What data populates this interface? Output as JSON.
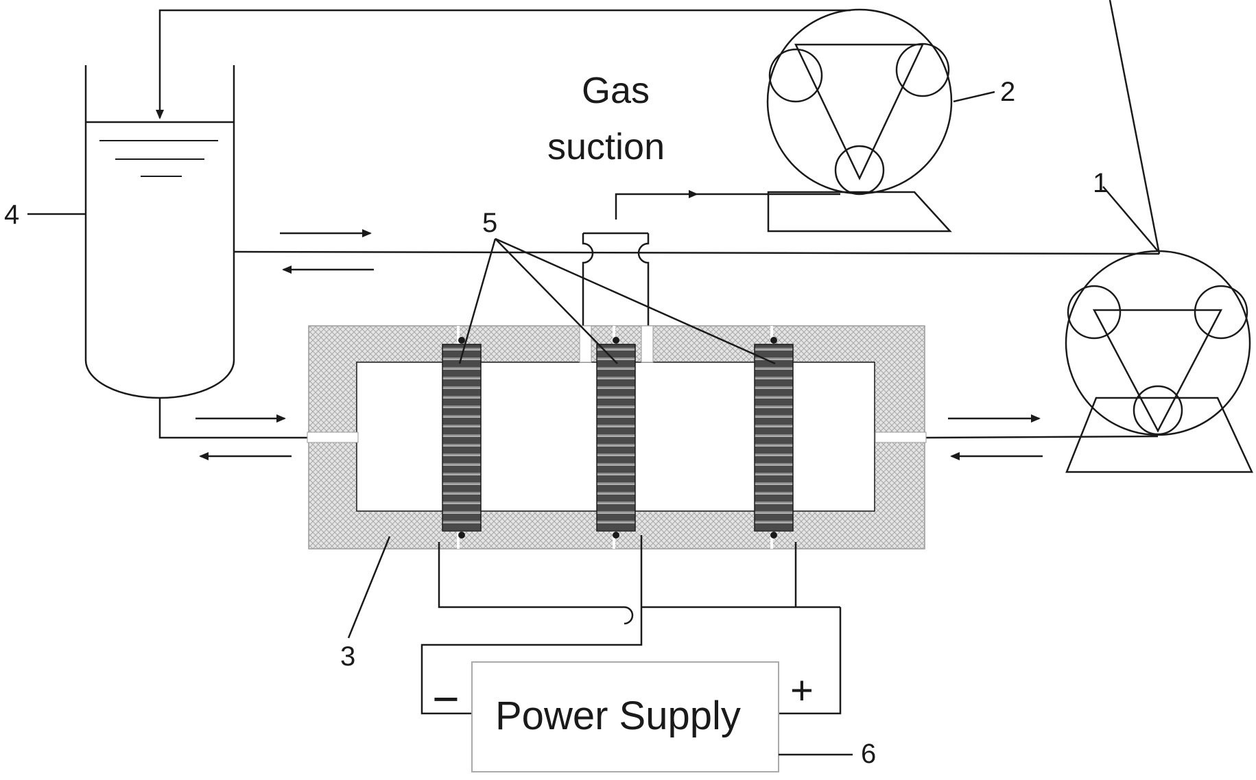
{
  "labels": {
    "pump_circulation": "1",
    "pump_gas": "2",
    "electrolysis_cell": "3",
    "reservoir": "4",
    "membrane_electrodes": "5",
    "power_supply_ref": "6"
  },
  "gas_suction": {
    "line1": "Gas",
    "line2": "suction"
  },
  "power_supply": {
    "title": "Power Supply",
    "negative": "−",
    "positive": "+"
  },
  "colors": {
    "stroke": "#1a1a1a",
    "hatch": "#d2d2d2",
    "electrode_dark": "#3c3c3c",
    "electrode_light": "#9a9a9a",
    "box_border": "#aaaaaa"
  }
}
